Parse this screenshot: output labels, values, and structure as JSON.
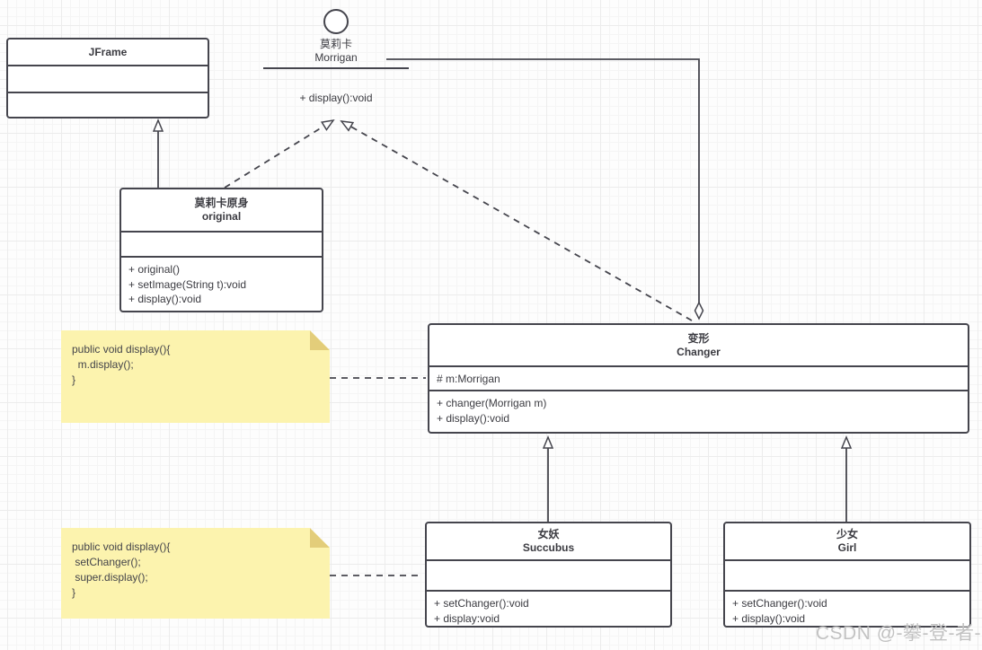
{
  "canvas": {
    "watermark": "CSDN @-攀-登-者-"
  },
  "interface": {
    "name_cn": "莫莉卡",
    "name_en": "Morrigan",
    "method": "+ display():void"
  },
  "classes": {
    "jframe": {
      "name": "JFrame"
    },
    "original": {
      "name_cn": "莫莉卡原身",
      "name_en": "original",
      "methods": [
        "+ original()",
        "+ setImage(String t):void",
        "+ display():void"
      ]
    },
    "changer": {
      "name_cn": "变形",
      "name_en": "Changer",
      "attribute": "# m:Morrigan",
      "methods": [
        "+ changer(Morrigan m)",
        "+ display():void"
      ]
    },
    "succubus": {
      "name_cn": "女妖",
      "name_en": "Succubus",
      "methods": [
        "+ setChanger():void",
        "+ display:void"
      ]
    },
    "girl": {
      "name_cn": "少女",
      "name_en": "Girl",
      "methods": [
        "+ setChanger():void",
        "+ display():void"
      ]
    }
  },
  "notes": {
    "changer_note": {
      "lines": [
        "public void display(){",
        "  m.display();",
        "}"
      ]
    },
    "succubus_note": {
      "lines": [
        "public void display(){",
        " setChanger();",
        " super.display();",
        "}"
      ]
    }
  },
  "colors": {
    "stroke": "#45454d",
    "note_fill": "#fcf3ae",
    "note_fold": "#e3cd7a",
    "watermark": "#c2c2c2"
  }
}
